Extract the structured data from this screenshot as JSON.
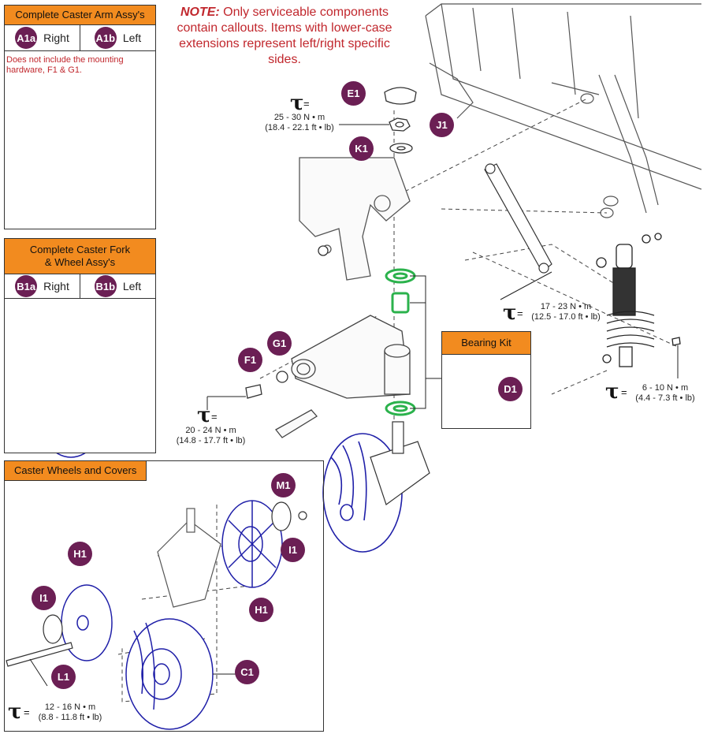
{
  "note": {
    "label": "NOTE:",
    "text": "Only serviceable components contain callouts. Items with lower-case extensions represent left/right specific sides."
  },
  "caster_arm_box": {
    "title": "Complete Caster Arm Assy's",
    "right": {
      "badge": "A1a",
      "label": "Right"
    },
    "left": {
      "badge": "A1b",
      "label": "Left"
    },
    "warning": "Does not include the mounting hardware, F1 & G1."
  },
  "caster_fork_box": {
    "title_line1": "Complete Caster Fork",
    "title_line2": "& Wheel Assy's",
    "right": {
      "badge": "B1a",
      "label": "Right"
    },
    "left": {
      "badge": "B1b",
      "label": "Left"
    }
  },
  "bearing_kit": {
    "title": "Bearing Kit",
    "badge": "D1"
  },
  "wheels_box": {
    "title": "Caster Wheels and Covers"
  },
  "callouts": [
    "E1",
    "J1",
    "K1",
    "F1",
    "G1",
    "M1",
    "I1",
    "H1",
    "H1",
    "I1",
    "L1",
    "C1"
  ],
  "torques": {
    "t1": {
      "symbol": "τ",
      "eq": "=",
      "line1": "25 - 30  N • m",
      "line2": "(18.4 - 22.1 ft • lb)"
    },
    "t2": {
      "symbol": "τ",
      "eq": "=",
      "line1": "17 - 23  N • m",
      "line2": "(12.5 - 17.0 ft • lb)"
    },
    "t3": {
      "symbol": "τ",
      "eq": "=",
      "line1": "20 - 24  N • m",
      "line2": "(14.8 - 17.7 ft • lb)"
    },
    "t4": {
      "symbol": "τ",
      "eq": "=",
      "line1": "6 - 10  N • m",
      "line2": "(4.4 - 7.3 ft • lb)"
    },
    "t5": {
      "symbol": "τ",
      "eq": "=",
      "line1": "12 - 16  N • m",
      "line2": "(8.8 - 11.8 ft • lb)"
    }
  },
  "colors": {
    "badge": "#6b1f54",
    "orange": "#f28b1f",
    "note_red": "#c1272d",
    "line_blue": "#1f1fa8",
    "bearing_green": "#2bb24c"
  }
}
